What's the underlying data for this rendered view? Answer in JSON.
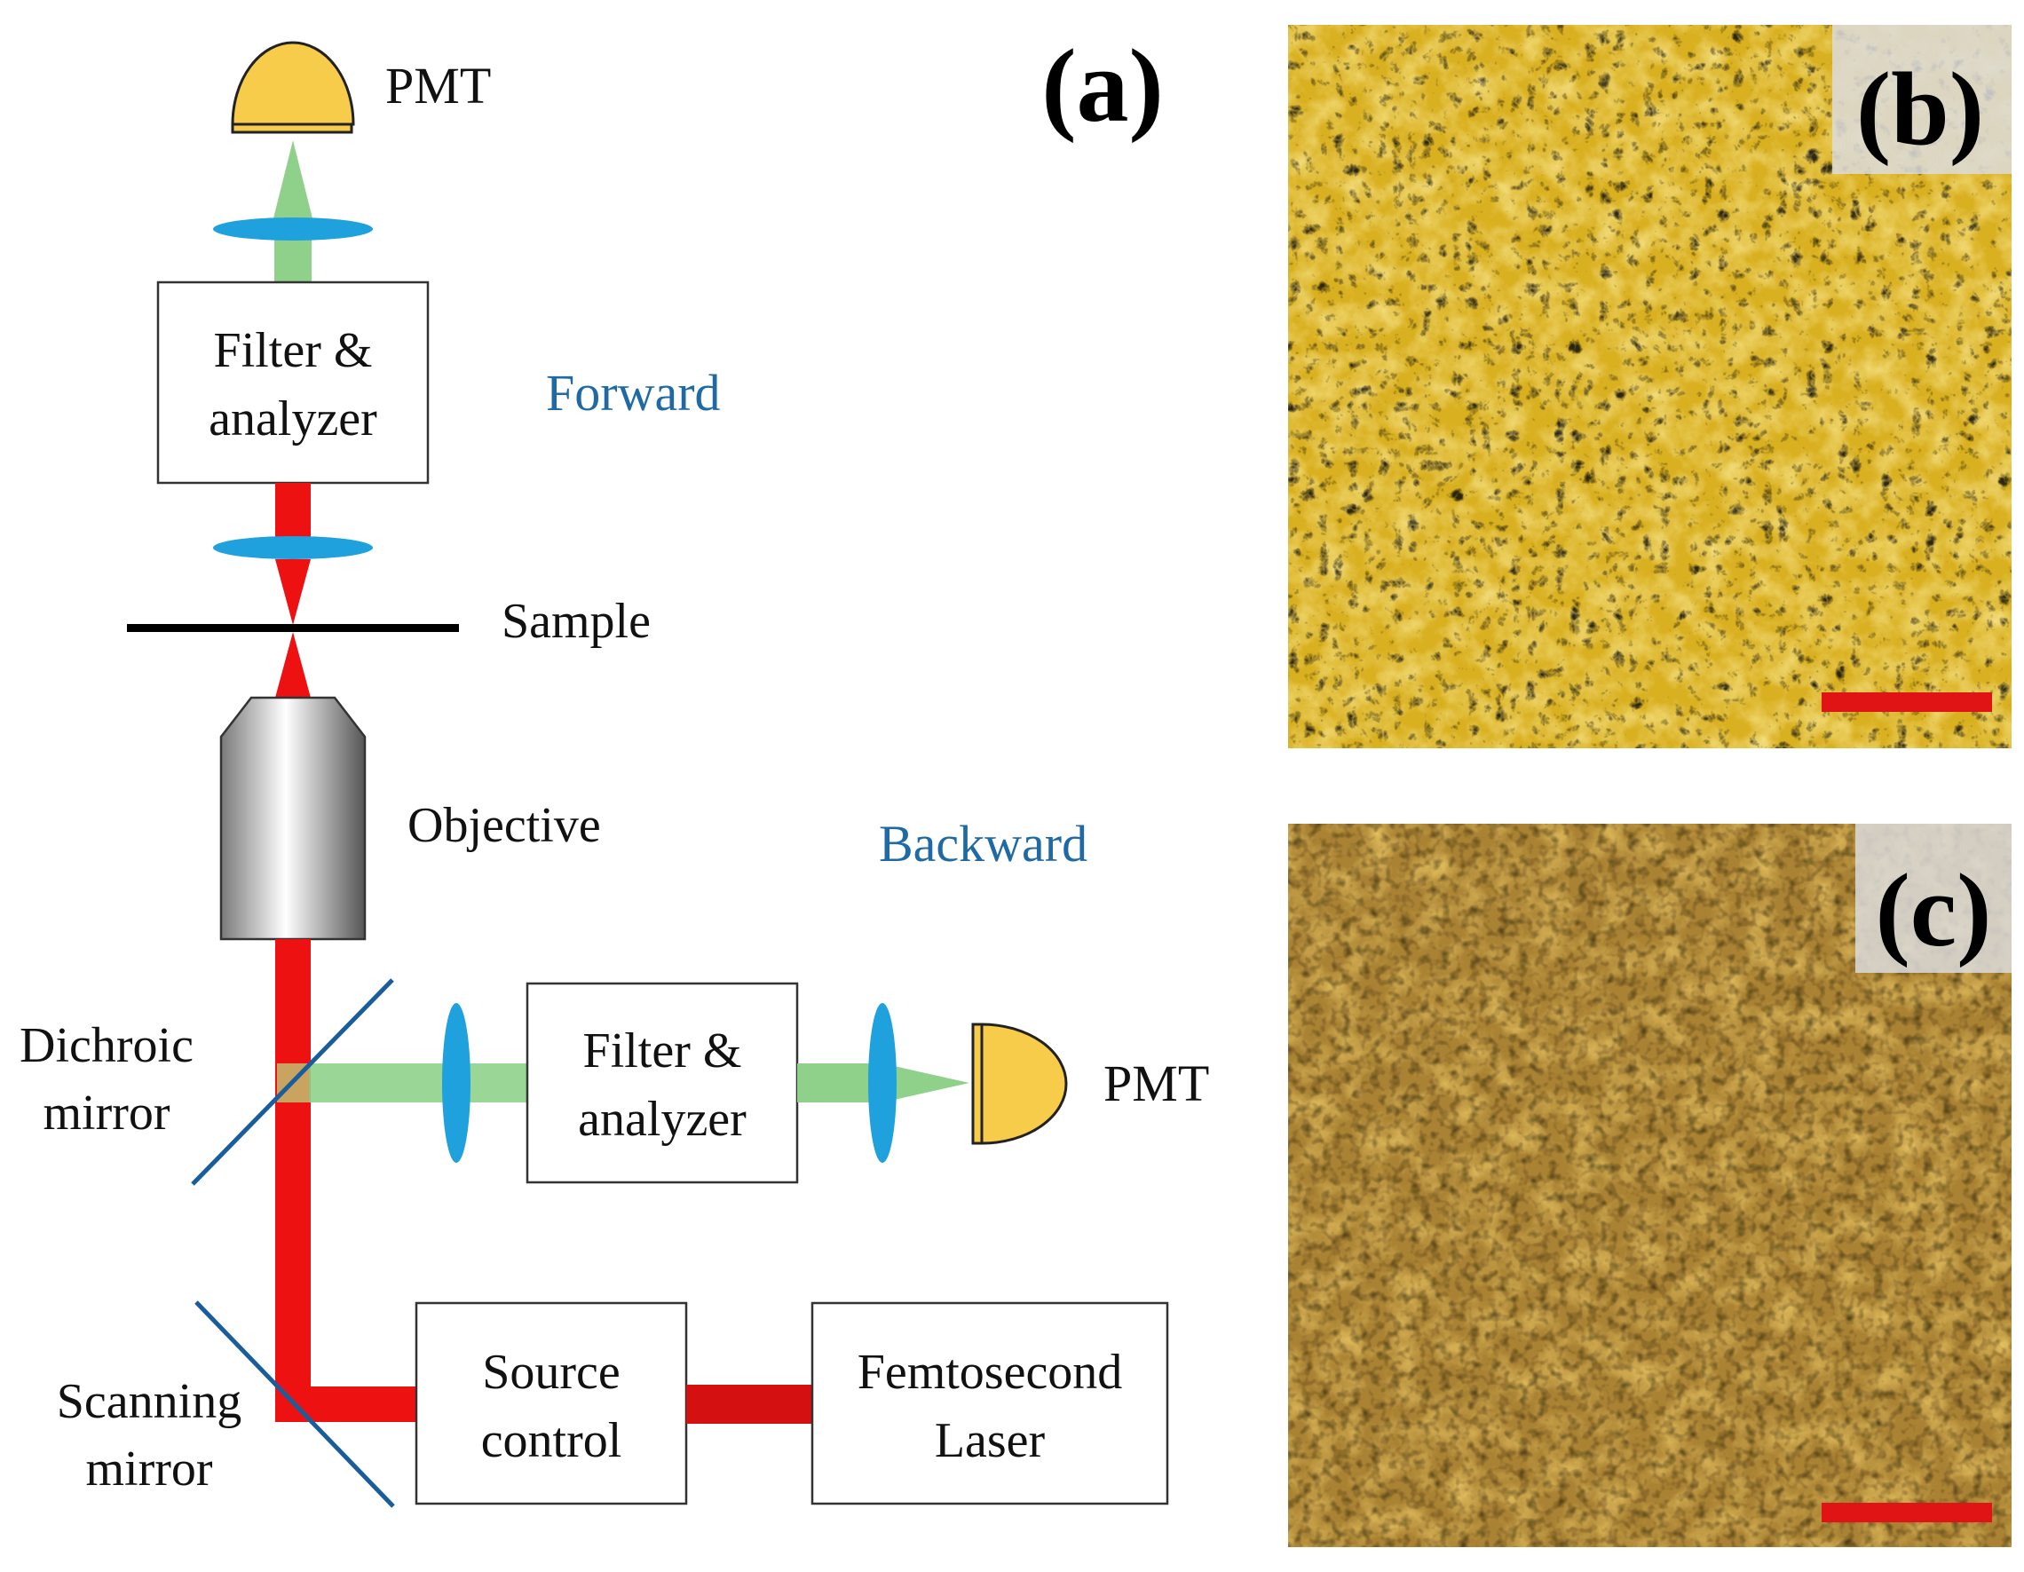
{
  "figure": {
    "panel_labels": {
      "a": "(a)",
      "b": "(b)",
      "c": "(c)"
    },
    "labels": {
      "pmt_top": "PMT",
      "filter_top_line1": "Filter &",
      "filter_top_line2": "analyzer",
      "forward": "Forward",
      "sample": "Sample",
      "objective": "Objective",
      "backward": "Backward",
      "dichroic_line1": "Dichroic",
      "dichroic_line2": "mirror",
      "filter_back_line1": "Filter &",
      "filter_back_line2": "analyzer",
      "pmt_right": "PMT",
      "scanning_line1": "Scanning",
      "scanning_line2": "mirror",
      "source_line1": "Source",
      "source_line2": "control",
      "laser_line1": "Femtosecond",
      "laser_line2": "Laser"
    },
    "colors": {
      "laser_beam": "#ee1111",
      "signal_beam": "#8fd18a",
      "lens": "#1ea1dc",
      "pmt": "#f7cc4a",
      "direction_text": "#1f6aa5",
      "mirror": "#1a5d9c",
      "scale_bar": "#e01414",
      "image_b": "#d9b020",
      "image_c": "#a98233"
    }
  }
}
